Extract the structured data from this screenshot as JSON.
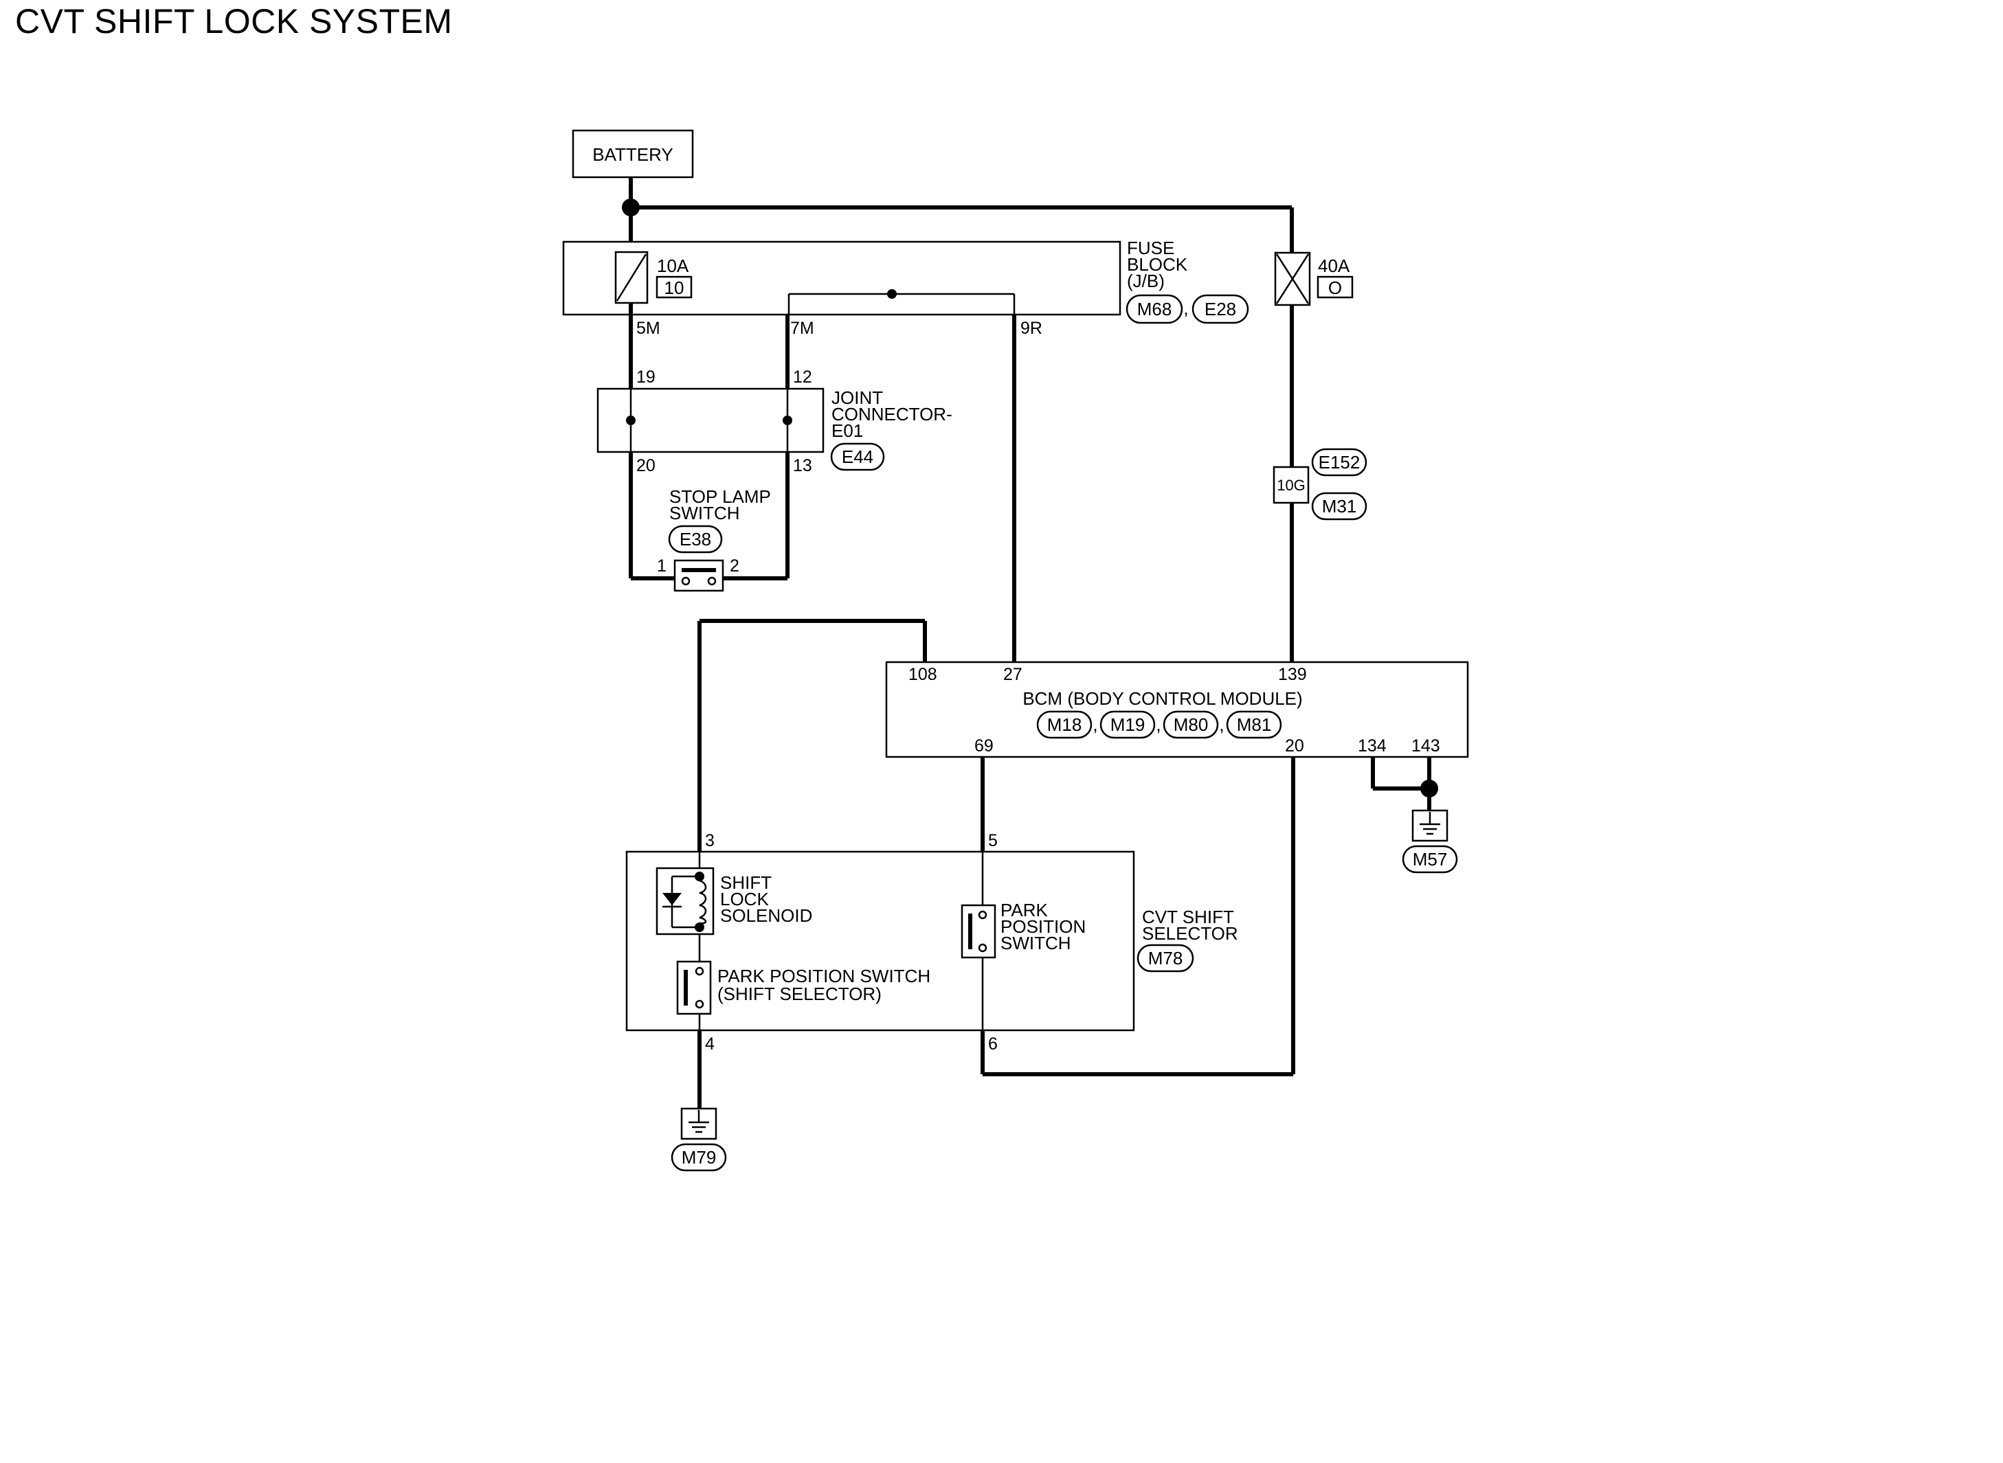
{
  "title": "CVT SHIFT LOCK SYSTEM",
  "battery": {
    "label": "BATTERY"
  },
  "fuse_block": {
    "line1": "FUSE",
    "line2": "BLOCK",
    "line3": "(J/B)",
    "connectors": [
      "M68",
      "E28"
    ],
    "separator": ",",
    "terminals": [
      "5M",
      "7M",
      "9R"
    ]
  },
  "fuse_10a": {
    "rating": "10A",
    "number": "10"
  },
  "fuse_40a": {
    "rating": "40A",
    "number": "O"
  },
  "joint_connector": {
    "line1": "JOINT",
    "line2": "CONNECTOR-",
    "line3": "E01",
    "connector": "E44",
    "pins_top": [
      "19",
      "12"
    ],
    "pins_bottom": [
      "20",
      "13"
    ]
  },
  "stop_lamp_switch": {
    "line1": "STOP LAMP",
    "line2": "SWITCH",
    "connector": "E38",
    "pins": [
      "1",
      "2"
    ]
  },
  "inline_connector": {
    "pin": "10G",
    "connectors": [
      "E152",
      "M31"
    ]
  },
  "bcm": {
    "label": "BCM (BODY CONTROL MODULE)",
    "connectors": [
      "M18",
      "M19",
      "M80",
      "M81"
    ],
    "separator": ",",
    "pins_top": [
      "108",
      "27",
      "139"
    ],
    "pins_bottom": [
      "69",
      "20",
      "134",
      "143"
    ]
  },
  "ground_bcm": {
    "connector": "M57"
  },
  "cvt_shift_selector": {
    "line1": "CVT SHIFT",
    "line2": "SELECTOR",
    "connector": "M78",
    "pins": [
      "3",
      "5",
      "4",
      "6"
    ],
    "shift_lock_solenoid": [
      "SHIFT",
      "LOCK",
      "SOLENOID"
    ],
    "park_position_switch": [
      "PARK",
      "POSITION",
      "SWITCH"
    ],
    "park_position_switch_shift_selector": [
      "PARK POSITION SWITCH",
      "(SHIFT SELECTOR)"
    ]
  },
  "ground_selector": {
    "connector": "M79"
  }
}
